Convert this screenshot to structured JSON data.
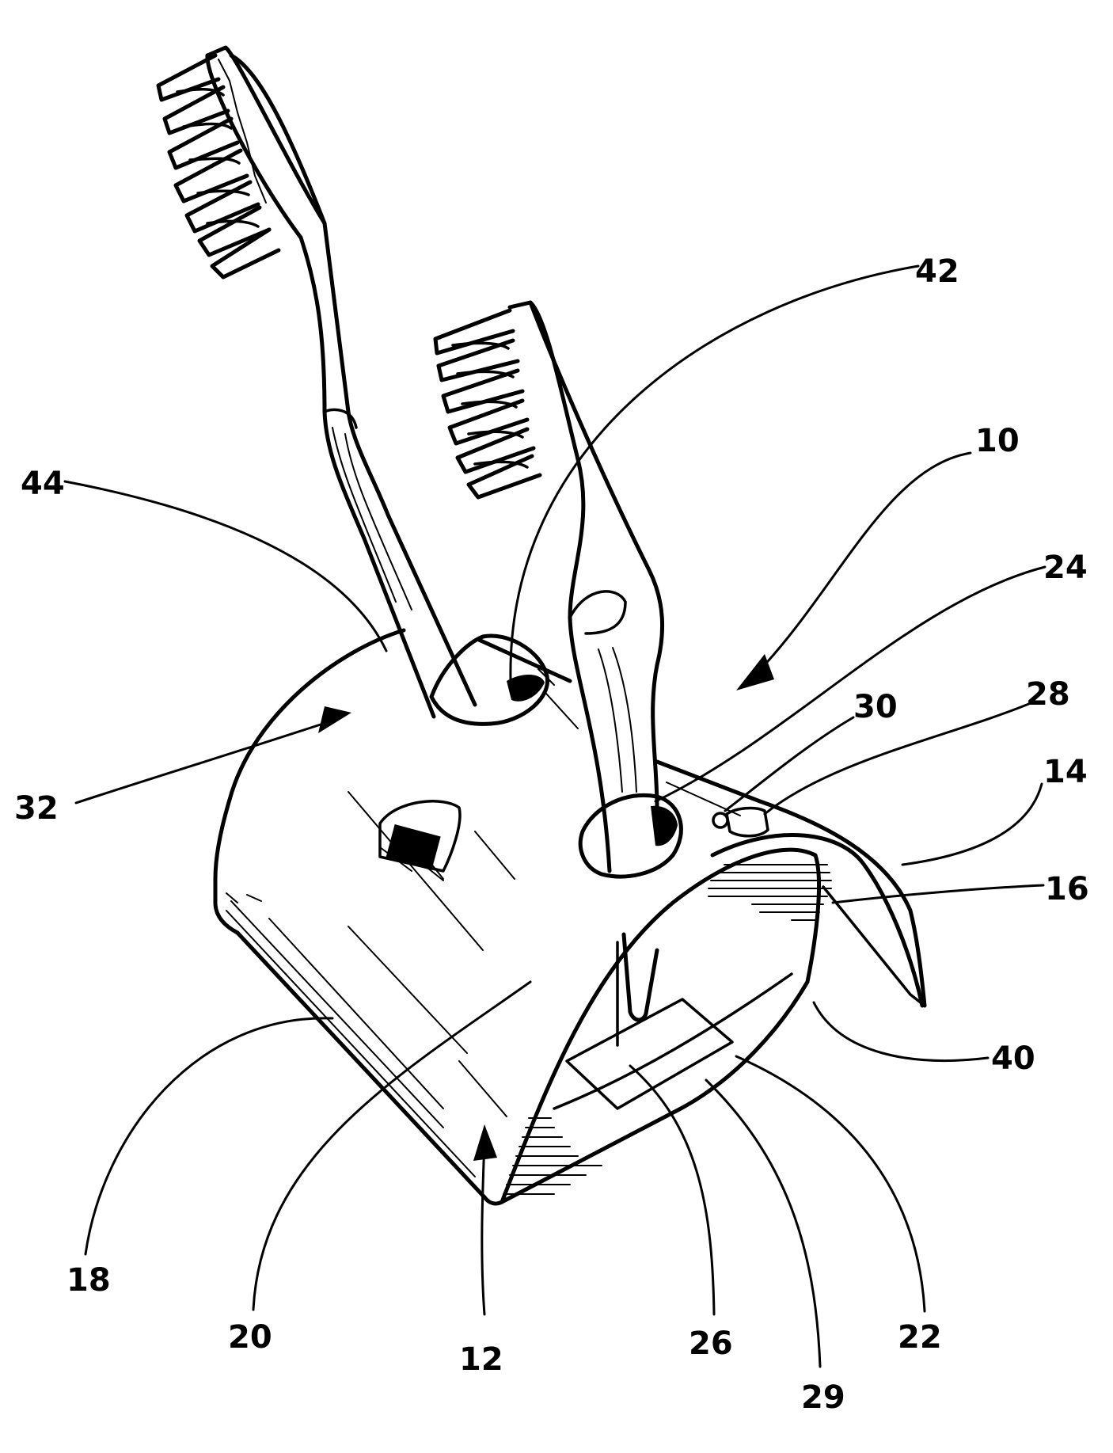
{
  "figure": {
    "ink_color": "#000000",
    "background_color": "#ffffff",
    "reference_labels": [
      {
        "id": "10",
        "text": "10"
      },
      {
        "id": "12",
        "text": "12"
      },
      {
        "id": "14",
        "text": "14"
      },
      {
        "id": "16",
        "text": "16"
      },
      {
        "id": "18",
        "text": "18"
      },
      {
        "id": "20",
        "text": "20"
      },
      {
        "id": "22",
        "text": "22"
      },
      {
        "id": "24",
        "text": "24"
      },
      {
        "id": "26",
        "text": "26"
      },
      {
        "id": "28",
        "text": "28"
      },
      {
        "id": "29",
        "text": "29"
      },
      {
        "id": "30",
        "text": "30"
      },
      {
        "id": "32",
        "text": "32"
      },
      {
        "id": "40",
        "text": "40"
      },
      {
        "id": "42",
        "text": "42"
      },
      {
        "id": "44",
        "text": "44"
      }
    ]
  }
}
